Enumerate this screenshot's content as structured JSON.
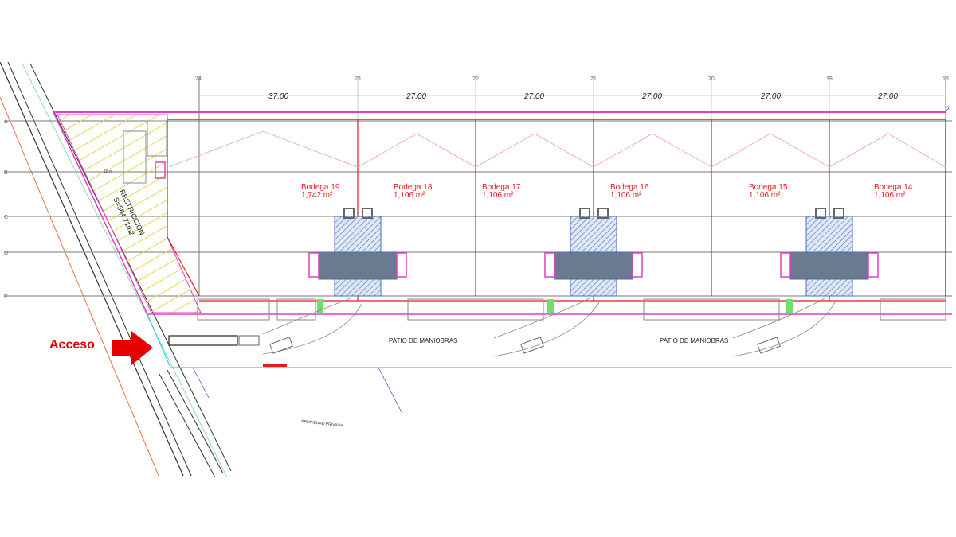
{
  "plan": {
    "grid_columns": [
      "24",
      "23",
      "22",
      "21",
      "20",
      "19",
      "18"
    ],
    "grid_rows": [
      "A",
      "B",
      "C",
      "D",
      "E"
    ],
    "dimensions": [
      "37.00",
      "27.00",
      "27.00",
      "27.00",
      "27.00",
      "27.00"
    ],
    "bodegas": [
      {
        "name": "Bodega 19",
        "area": "1,742 m²"
      },
      {
        "name": "Bodega 18",
        "area": "1,106 m²"
      },
      {
        "name": "Bodega 17",
        "area": "1,106 m²"
      },
      {
        "name": "Bodega 16",
        "area": "1,106 m²"
      },
      {
        "name": "Bodega 15",
        "area": "1,106 m²"
      },
      {
        "name": "Bodega 14",
        "area": "1,106 m²"
      }
    ],
    "restriction_label": "RESTRICCION",
    "restriction_area": "S=564.71m2",
    "setback": "10 m",
    "patio_labels": [
      "PATIO DE MANIOBRAS",
      "PATIO DE MANIOBRAS"
    ],
    "private_property": "PROPIEDAD PRIVADA",
    "access_label": "Acceso",
    "corner_mark": "2"
  },
  "colors": {
    "wall": "#e41b1b",
    "boundary": "#e040c0",
    "hatch": "#e2d84a",
    "road": "#333333",
    "cyan": "#34d1e6",
    "arrow": "#e60000"
  }
}
